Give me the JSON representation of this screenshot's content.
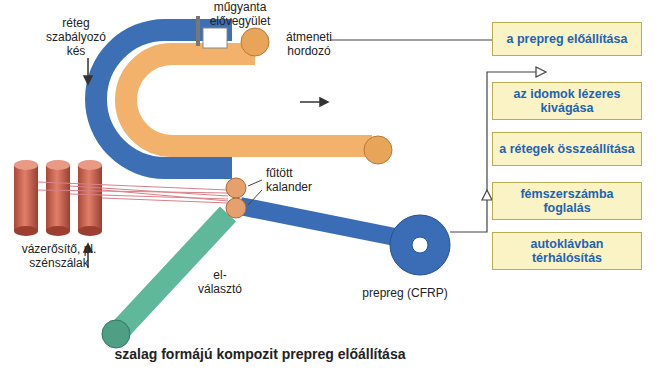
{
  "diagram": {
    "caption": "szalag formájú kompozit prepreg előállítása",
    "nodes": [
      {
        "text": [
          "a prepreg előállítása"
        ]
      },
      {
        "text": [
          "az idomok lézeres kivágása"
        ]
      },
      {
        "text": [
          "a rétegek összeállítása"
        ]
      },
      {
        "text": [
          "fémszerszámba foglalás"
        ]
      },
      {
        "text": [
          "autoklávban térhálósítás"
        ]
      }
    ],
    "labels": [
      "műgyanta elővegyület",
      "réteg szabályozó kés",
      "átmeneti hordozó",
      "vázerősítő, pl. szénszálak",
      "fűtött kalander",
      "el- választó",
      "prepreg (CFRP)"
    ]
  }
}
